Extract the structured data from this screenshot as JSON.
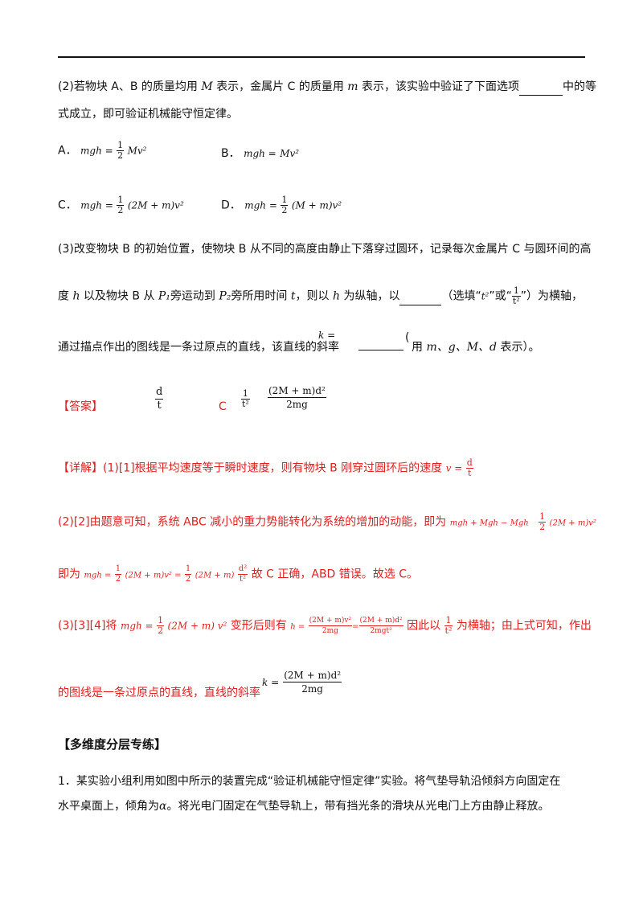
{
  "q2": {
    "prefix": "(2)若物块 A、B 的质量均用 ",
    "M": "M",
    "mid1": " 表示，金属片 C 的质量用 ",
    "m": "m",
    "mid2": " 表示，该实验中验证了下面选项",
    "suffix": "中的等",
    "line2": "式成立，即可验证机械能守恒定律。",
    "options": [
      {
        "label": "A．",
        "lhs": "mgh =",
        "coef": "",
        "num": "1",
        "den": "2",
        "rhs": "Mv²"
      },
      {
        "label": "B．",
        "lhs": "mgh =",
        "coef": "",
        "num": "",
        "den": "",
        "rhs": "Mv²"
      },
      {
        "label": "C．",
        "lhs": "mgh =",
        "coef": "",
        "num": "1",
        "den": "2",
        "rhs": "(2M + m)v²"
      },
      {
        "label": "D．",
        "lhs": "mgh =",
        "coef": "",
        "num": "1",
        "den": "2",
        "rhs": "(M + m)v²"
      }
    ]
  },
  "q3": {
    "line1": "(3)改变物块 B 的初始位置，使物块 B 从不同的高度由静止下落穿过圆环，记录每次金属片 C 与圆环间的高",
    "line2a": "度 ",
    "h": "h",
    "line2b": " 以及物块 B 从 ",
    "p1": "P₁",
    "line2c": "旁运动到 ",
    "p2": "P₂",
    "line2d": "旁所用时间 ",
    "t": "t",
    "line2e": "，则以 ",
    "line2f": " 为纵轴，以",
    "line2g": "（选填“",
    "t2": "t²",
    "line2h": "”或“",
    "inv_num": "1",
    "inv_den": "t²",
    "line2i": "”）为横轴，",
    "line3a": "通过描点作出的图线是一条过原点的直线，该直线的斜率",
    "k_eq": "k =",
    "line3b": "用 ",
    "vars": "m、g、M、d",
    "line3c": " 表示）。",
    "paren_open": "("
  },
  "answer": {
    "label": "【答案】",
    "a1_num": "d",
    "a1_den": "t",
    "a2": "C",
    "a3_num": "1",
    "a3_den": "t²",
    "a4_num": "(2M + m)d²",
    "a4_den": "2mg"
  },
  "detail": {
    "l1": "【详解】(1)[1]根据平均速度等于瞬时速度，则有物块 B 刚穿过圆环后的速度",
    "l1_eq": "v =",
    "l1_num": "d",
    "l1_den": "t",
    "l2": "(2)[2]由题意可知，系统 ABC 减小的重力势能转化为系统的增加的动能，即为",
    "l2_eq": "mgh + Mgh − Mgh",
    "l2_num": "1",
    "l2_den": "2",
    "l2_rhs": "(2M + m)v²",
    "l3a": "即为",
    "l3_eq1": "mgh =",
    "l3_mid": "(2M + m)v² =",
    "l3_end": "(2M + m)",
    "l3_fnum": "d²",
    "l3_fden": "t²",
    "l3b": "故 C 正确，ABD 错误。故选 C。",
    "l4a": "(3)[3][4]将",
    "l4_eq": "mgh =",
    "l4_rhs": "(2M + m) v²",
    "l4b": "变形后则有",
    "l4_h": "h =",
    "l4_f1n": "(2M + m)v²",
    "l4_f1d": "2mg",
    "l4_f2n": "(2M + m)d²",
    "l4_f2d": "2mgt²",
    "l4c": "因此以",
    "l4_in": "1",
    "l4_id": "t²",
    "l4d": "为横轴；由上式可知，作出",
    "l5": "的图线是一条过原点的直线，直线的斜率",
    "l5_k": "k =",
    "l5_num": "(2M + m)d²",
    "l5_den": "2mg"
  },
  "section": {
    "title": "【多维度分层专练】",
    "p1": "1．某实验小组利用如图中所示的装置完成“验证机械能守恒定律”实验。将气垫导轨沿倾斜方向固定在",
    "p2a": "水平桌面上，倾角为",
    "alpha": "α",
    "p2b": "。将光电门固定在气垫导轨上，带有挡光条的滑块从光电门上方由静止释放。"
  }
}
